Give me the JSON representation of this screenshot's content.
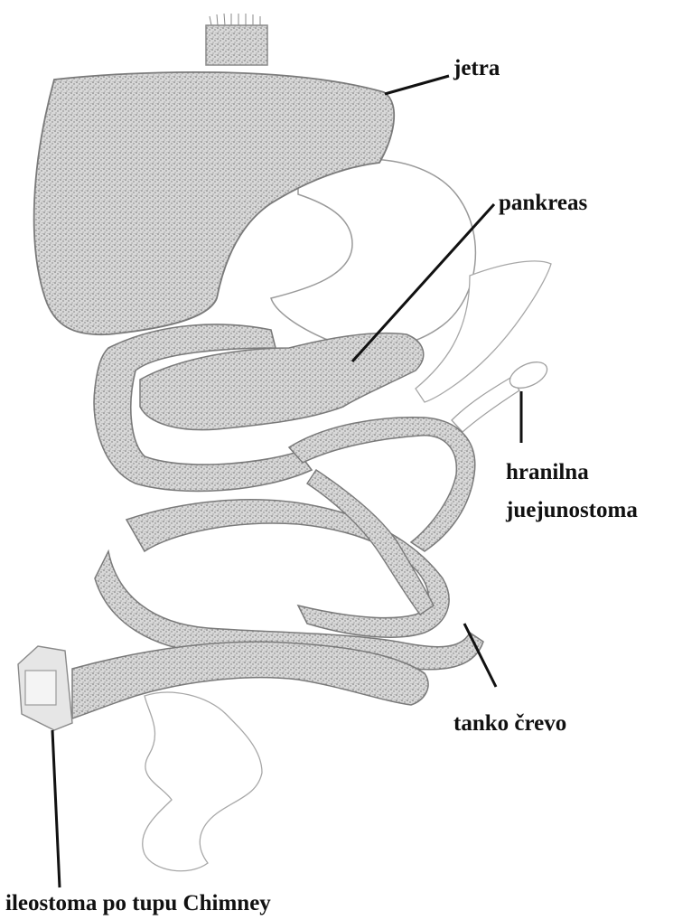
{
  "labels": {
    "liver": "jetra",
    "pancreas": "pankreas",
    "feeding_jejunostomy_line1": "hranilna",
    "feeding_jejunostomy_line2": "juejunostoma",
    "small_intestine": "tanko črevo",
    "ileostomy": "ileostoma po tupu Chimney"
  },
  "colors": {
    "organ_fill": "#c9c9c9",
    "organ_stroke": "#8a8a8a",
    "leader_line": "#111111"
  }
}
